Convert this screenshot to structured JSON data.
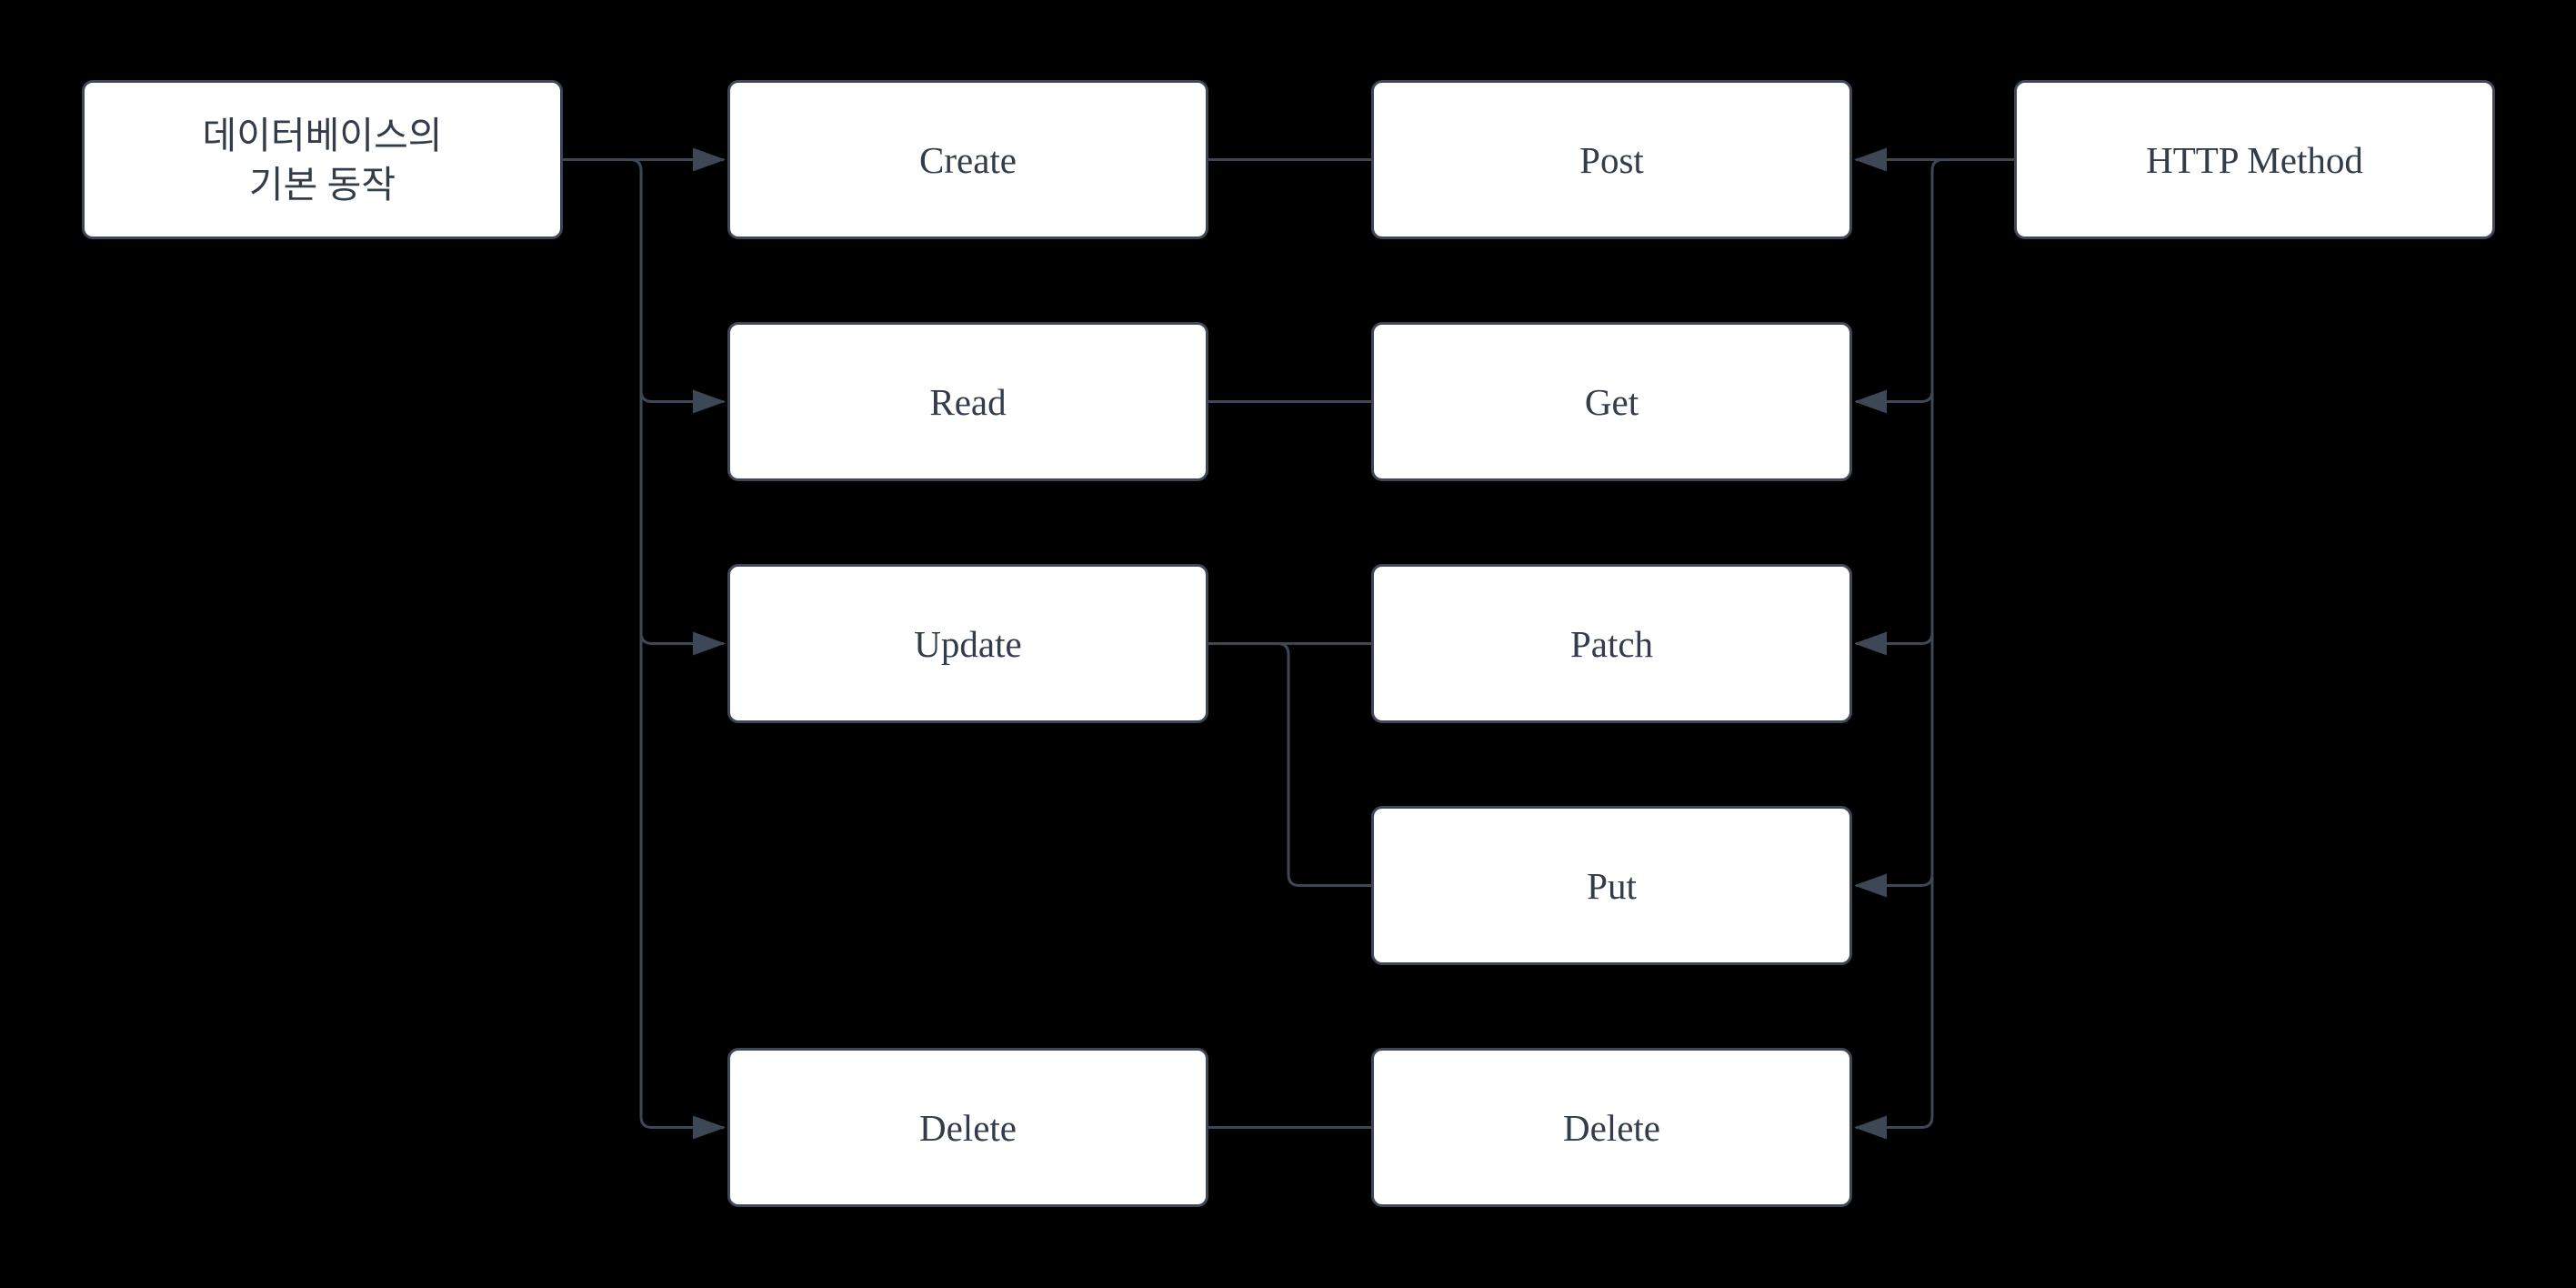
{
  "diagram": {
    "background_color": "#000000",
    "node_fill_color": "#ffffff",
    "stroke_color": "#3e4756",
    "text_color": "#333c4b",
    "nodes": {
      "db_operations": {
        "label": "데이터베이스의\n기본 동작"
      },
      "create": {
        "label": "Create"
      },
      "read": {
        "label": "Read"
      },
      "update": {
        "label": "Update"
      },
      "delete_crud": {
        "label": "Delete"
      },
      "post": {
        "label": "Post"
      },
      "get": {
        "label": "Get"
      },
      "patch": {
        "label": "Patch"
      },
      "put": {
        "label": "Put"
      },
      "delete_http": {
        "label": "Delete"
      },
      "http_method": {
        "label": "HTTP Method"
      }
    },
    "edges": [
      {
        "from": "db_operations",
        "to": "create",
        "arrow": true
      },
      {
        "from": "db_operations",
        "to": "read",
        "arrow": true
      },
      {
        "from": "db_operations",
        "to": "update",
        "arrow": true
      },
      {
        "from": "db_operations",
        "to": "delete_crud",
        "arrow": true
      },
      {
        "from": "create",
        "to": "post",
        "arrow": false
      },
      {
        "from": "read",
        "to": "get",
        "arrow": false
      },
      {
        "from": "update",
        "to": "patch",
        "arrow": false
      },
      {
        "from": "update",
        "to": "put",
        "arrow": false
      },
      {
        "from": "delete_crud",
        "to": "delete_http",
        "arrow": false
      },
      {
        "from": "http_method",
        "to": "post",
        "arrow": true
      },
      {
        "from": "http_method",
        "to": "get",
        "arrow": true
      },
      {
        "from": "http_method",
        "to": "patch",
        "arrow": true
      },
      {
        "from": "http_method",
        "to": "put",
        "arrow": true
      },
      {
        "from": "http_method",
        "to": "delete_http",
        "arrow": true
      }
    ]
  }
}
